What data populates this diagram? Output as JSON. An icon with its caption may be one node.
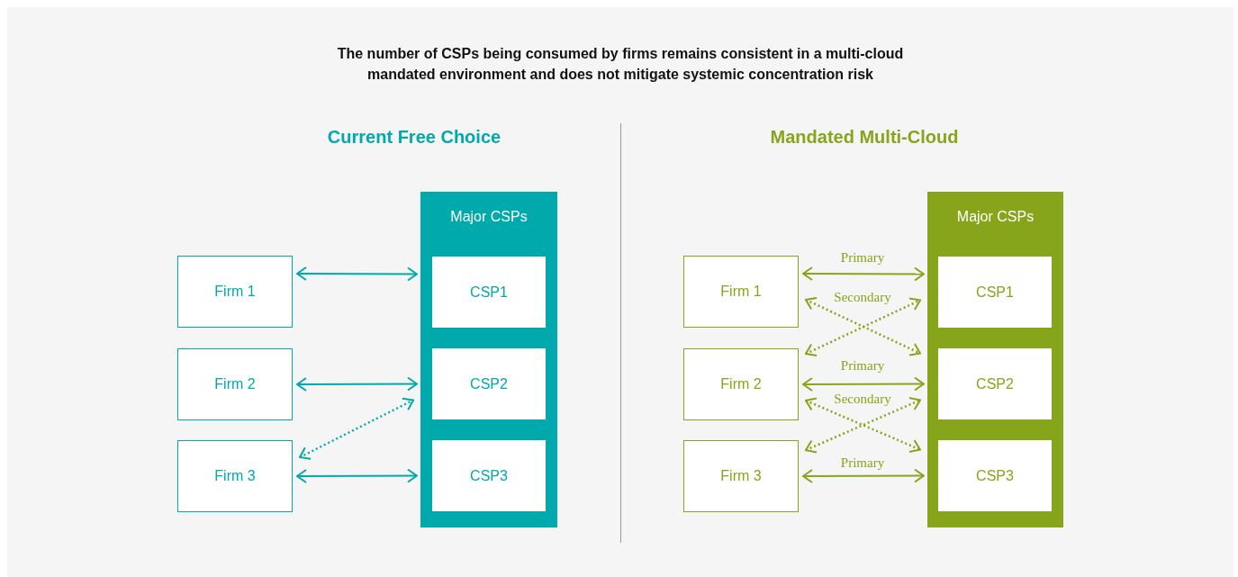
{
  "diagram": {
    "title": "The number of CSPs being consumed by firms remains consistent in a multi-cloud mandated environment and does not mitigate systemic concentration risk",
    "nodes": [
      {
        "text": [
          "Firm 1"
        ]
      },
      {
        "text": [
          "Firm 2"
        ]
      },
      {
        "text": [
          "Firm 3"
        ]
      },
      {
        "text": [
          "Major CSPs"
        ]
      },
      {
        "text": [
          "CSP1"
        ],
        "in": 3
      },
      {
        "text": [
          "CSP2"
        ],
        "in": 3
      },
      {
        "text": [
          "CSP3"
        ],
        "in": 3
      },
      {
        "text": [
          "Firm 1"
        ]
      },
      {
        "text": [
          "Firm 2"
        ]
      },
      {
        "text": [
          "Firm 3"
        ]
      },
      {
        "text": [
          "Major CSPs"
        ]
      },
      {
        "text": [
          "CSP1"
        ],
        "in": 10
      },
      {
        "text": [
          "CSP2"
        ],
        "in": 10
      },
      {
        "text": [
          "CSP3"
        ],
        "in": 10
      }
    ],
    "edges": [
      {
        "from": 0,
        "to": 4,
        "arrow": "both",
        "color": "#00a9ac"
      },
      {
        "from": 1,
        "to": 5,
        "arrow": "both",
        "color": "#00a9ac"
      },
      {
        "from": 2,
        "to": 5,
        "arrow": "both",
        "style": "dashed",
        "color": "#00a9ac"
      },
      {
        "from": 2,
        "to": 6,
        "arrow": "both",
        "color": "#00a9ac"
      },
      {
        "from": 7,
        "to": 11,
        "arrow": "both",
        "label": "Primary"
      },
      {
        "from": 7,
        "to": 12,
        "arrow": "both",
        "style": "dashed",
        "label": "Secondary"
      },
      {
        "from": 8,
        "to": 11,
        "arrow": "both",
        "style": "dashed"
      },
      {
        "from": 8,
        "to": 12,
        "arrow": "both",
        "label": "Primary"
      },
      {
        "from": 8,
        "to": 13,
        "arrow": "both",
        "style": "dashed",
        "label": "Secondary"
      },
      {
        "from": 9,
        "to": 12,
        "arrow": "both",
        "style": "dashed"
      },
      {
        "from": 9,
        "to": 13,
        "arrow": "both",
        "label": "Primary"
      }
    ],
    "labels": [
      "Current Free Choice",
      "Mandated Multi-Cloud"
    ]
  }
}
